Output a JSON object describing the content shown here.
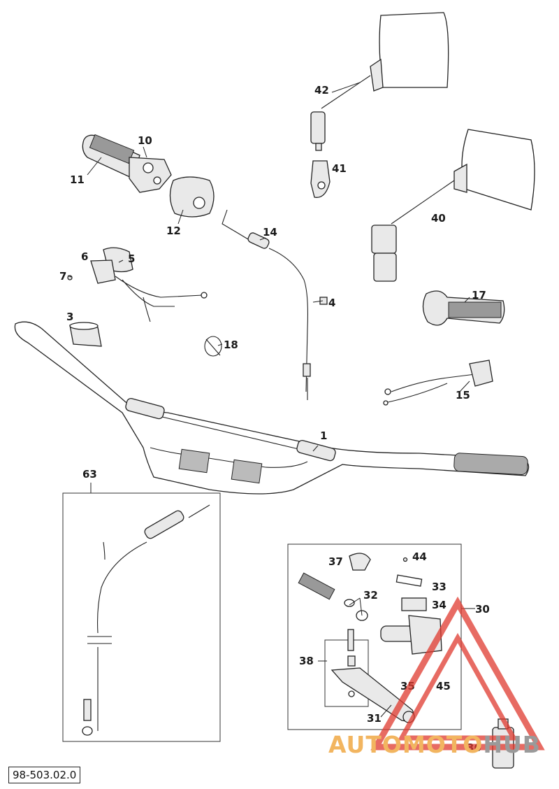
{
  "diagram": {
    "doc_ref": "98-503.02.0",
    "labels": {
      "p1": "1",
      "p3": "3",
      "p4": "4",
      "p5": "5",
      "p6": "6",
      "p7": "7",
      "p10": "10",
      "p11": "11",
      "p12": "12",
      "p14": "14",
      "p15": "15",
      "p17": "17",
      "p18": "18",
      "p30": "30",
      "p31": "31",
      "p32": "32",
      "p33": "33",
      "p34": "34",
      "p35": "35",
      "p36": "36",
      "p37": "37",
      "p38": "38",
      "p40": "40",
      "p41": "41",
      "p42": "42",
      "p44": "44",
      "p45": "45",
      "p63": "63"
    }
  },
  "watermark": {
    "part_a": "AUTOMOTO",
    "part_b": "HUB",
    "color_a": "#f2b560",
    "color_b": "#9a9a9a",
    "triangle_color": "#e03a2f"
  }
}
